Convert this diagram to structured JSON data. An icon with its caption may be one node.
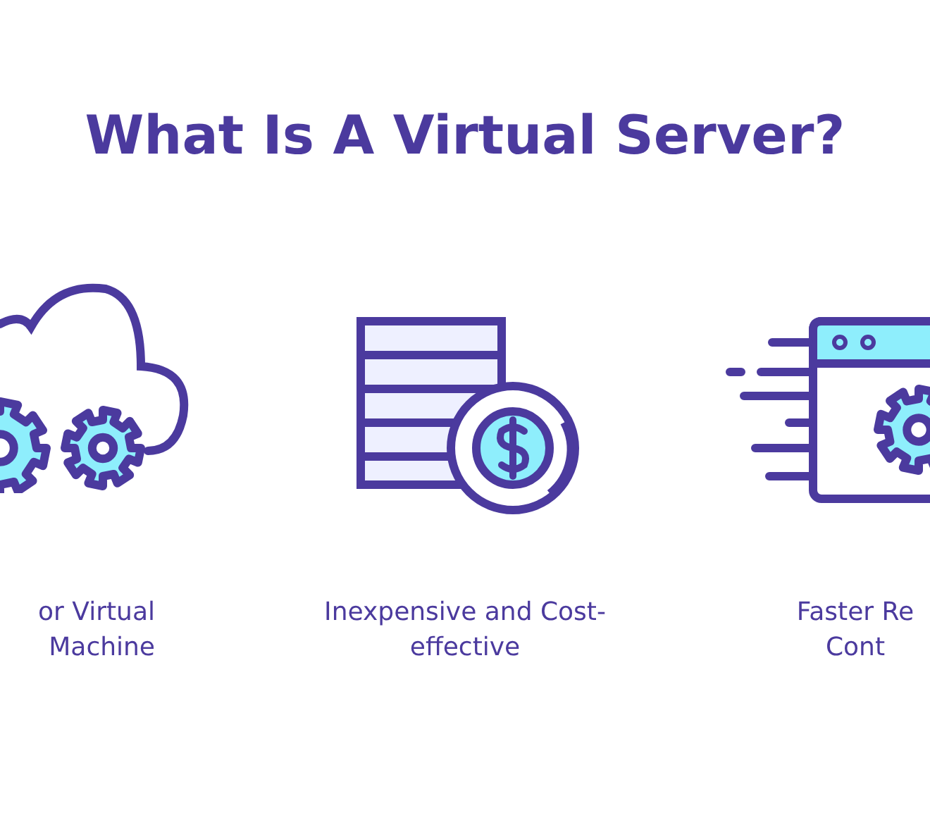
{
  "diagram": {
    "title": "What Is A Virtual Server?",
    "labels": [
      "or Virtual Machine",
      "Inexpensive and Cost-effective",
      "Faster Re Cont"
    ]
  }
}
